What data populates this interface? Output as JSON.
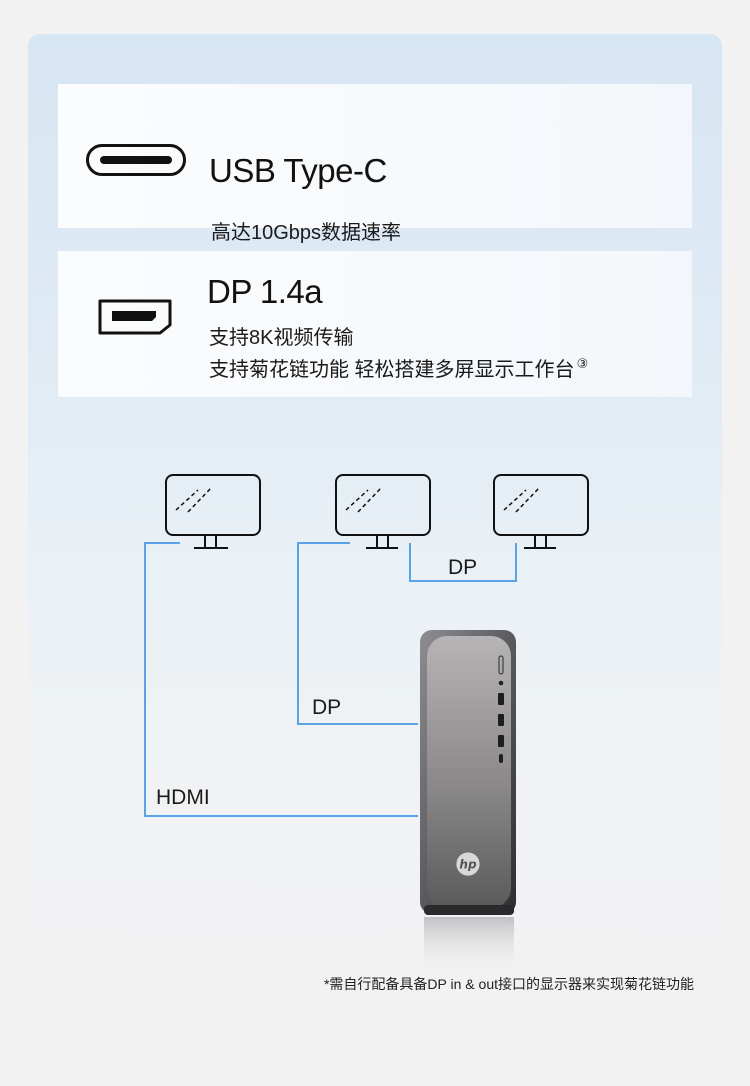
{
  "cards": {
    "usb": {
      "icon": "usb-type-c-port-icon",
      "title": "USB Type-C",
      "desc": "高达10Gbps数据速率"
    },
    "dp": {
      "icon": "displayport-port-icon",
      "title": "DP 1.4a",
      "desc1": "支持8K视频传输",
      "desc2": "支持菊花链功能 轻松搭建多屏显示工作台",
      "footnote_ref": "③"
    }
  },
  "diagram": {
    "monitors": [
      "monitor-icon",
      "monitor-icon",
      "monitor-icon"
    ],
    "pc_icon": "hp-desktop-tower-icon",
    "labels": {
      "daisy_chain": "DP",
      "dp": "DP",
      "hdmi": "HDMI"
    },
    "line_color": "#5aa3e6"
  },
  "footnote": "*需自行配备具备DP in & out接口的显示器来实现菊花链功能"
}
